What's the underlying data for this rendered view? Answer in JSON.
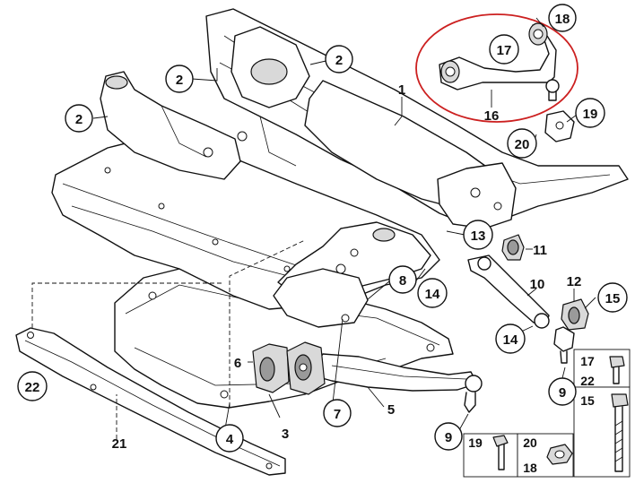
{
  "labels": {
    "c1": "1",
    "c2a": "2",
    "c2b": "2",
    "c2c": "2",
    "c3": "3",
    "c4": "4",
    "c5": "5",
    "c6": "6",
    "c7": "7",
    "c8": "8",
    "c9a": "9",
    "c9b": "9",
    "c10": "10",
    "c11": "11",
    "c12": "12",
    "c13": "13",
    "c14a": "14",
    "c14b": "14",
    "c15a": "15",
    "c15b": "15",
    "c16": "16",
    "c17a": "17",
    "c17b": "17",
    "c18a": "18",
    "c18b": "18",
    "c19a": "19",
    "c19b": "19",
    "c20a": "20",
    "c20b": "20",
    "c21": "21",
    "c22a": "22",
    "c22b": "22"
  },
  "colors": {
    "line": "#111111",
    "highlight_ellipse": "#cc2020",
    "shade": "#d9d9d9",
    "background": "#ffffff"
  }
}
